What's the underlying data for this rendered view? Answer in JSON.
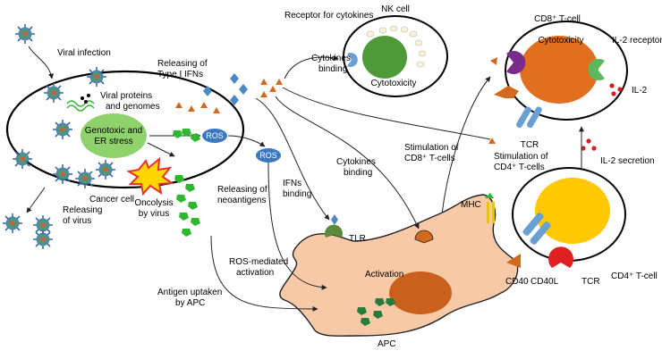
{
  "labels": {
    "viral_infection": "Viral infection",
    "viral_proteins_1": "Viral proteins",
    "viral_proteins_2": "and genomes",
    "genotoxic_1": "Genotoxic and",
    "genotoxic_2": "ER stress",
    "cancer_cell": "Cancer cell",
    "releasing_virus_1": "Releasing",
    "releasing_virus_2": "of virus",
    "oncolysis_1": "Oncolysis",
    "oncolysis_2": "by virus",
    "releasing_ifn_1": "Releasing of",
    "releasing_ifn_2": "Type I IFNs",
    "ros": "ROS",
    "receptor_cytokines": "Receptor for cytokines",
    "cytokines_binding_1a": "Cytokines",
    "cytokines_binding_1b": "binding",
    "nk_cell": "NK cell",
    "cytotoxicity": "Cytotoxicity",
    "cd8_cell": "CD8⁺ T-cell",
    "il2_receptor": "IL-2 receptor",
    "il2": "IL-2",
    "tcr": "TCR",
    "stim_cd8_1": "Stimulation of",
    "stim_cd8_2": "CD8⁺ T-cells",
    "stim_cd4_1": "Stimulation of",
    "stim_cd4_2": "CD4⁺ T-cells",
    "il2_secretion": "IL-2 secretion",
    "ifns_binding_1": "IFNs",
    "ifns_binding_2": "binding",
    "cytokines_binding_2a": "Cytokines",
    "cytokines_binding_2b": "binding",
    "releasing_neo_1": "Releasing of",
    "releasing_neo_2": "neoantigens",
    "tlr": "TLR",
    "mhc": "MHC",
    "activation": "Activation",
    "ros_mediated_1": "ROS-mediated",
    "ros_mediated_2": "activation",
    "antigen_uptake_1": "Antigen uptaken",
    "antigen_uptake_2": "by APC",
    "apc": "APC",
    "cd40l": "CD40L",
    "cd40": "CD40",
    "cd4_cell": "CD4⁺ T-cell"
  },
  "colors": {
    "virus": "#4a9a6b",
    "virus_core": "#d9534f",
    "virus_spike": "#3b6ea8",
    "nucleus": "#8fd16a",
    "ifn_diamond": "#4a8bc6",
    "cytokine": "#d2691e",
    "neoantigen": "#2eb82e",
    "ros": "#3a78c2",
    "apc_body": "#f8c9a6",
    "apc_nucleus": "#c9611c",
    "cd8_nucleus": "#e07020",
    "cd4_nucleus": "#ffc800",
    "nk_nucleus": "#4e9a3a",
    "il2_dot": "#d62020",
    "receptor_purple": "#7a2c8c",
    "receptor_green": "#5cb85c",
    "tcr_blue": "#6a9fd4",
    "mhc_yellow": "#e8c21a",
    "red_receptor": "#e02020"
  }
}
